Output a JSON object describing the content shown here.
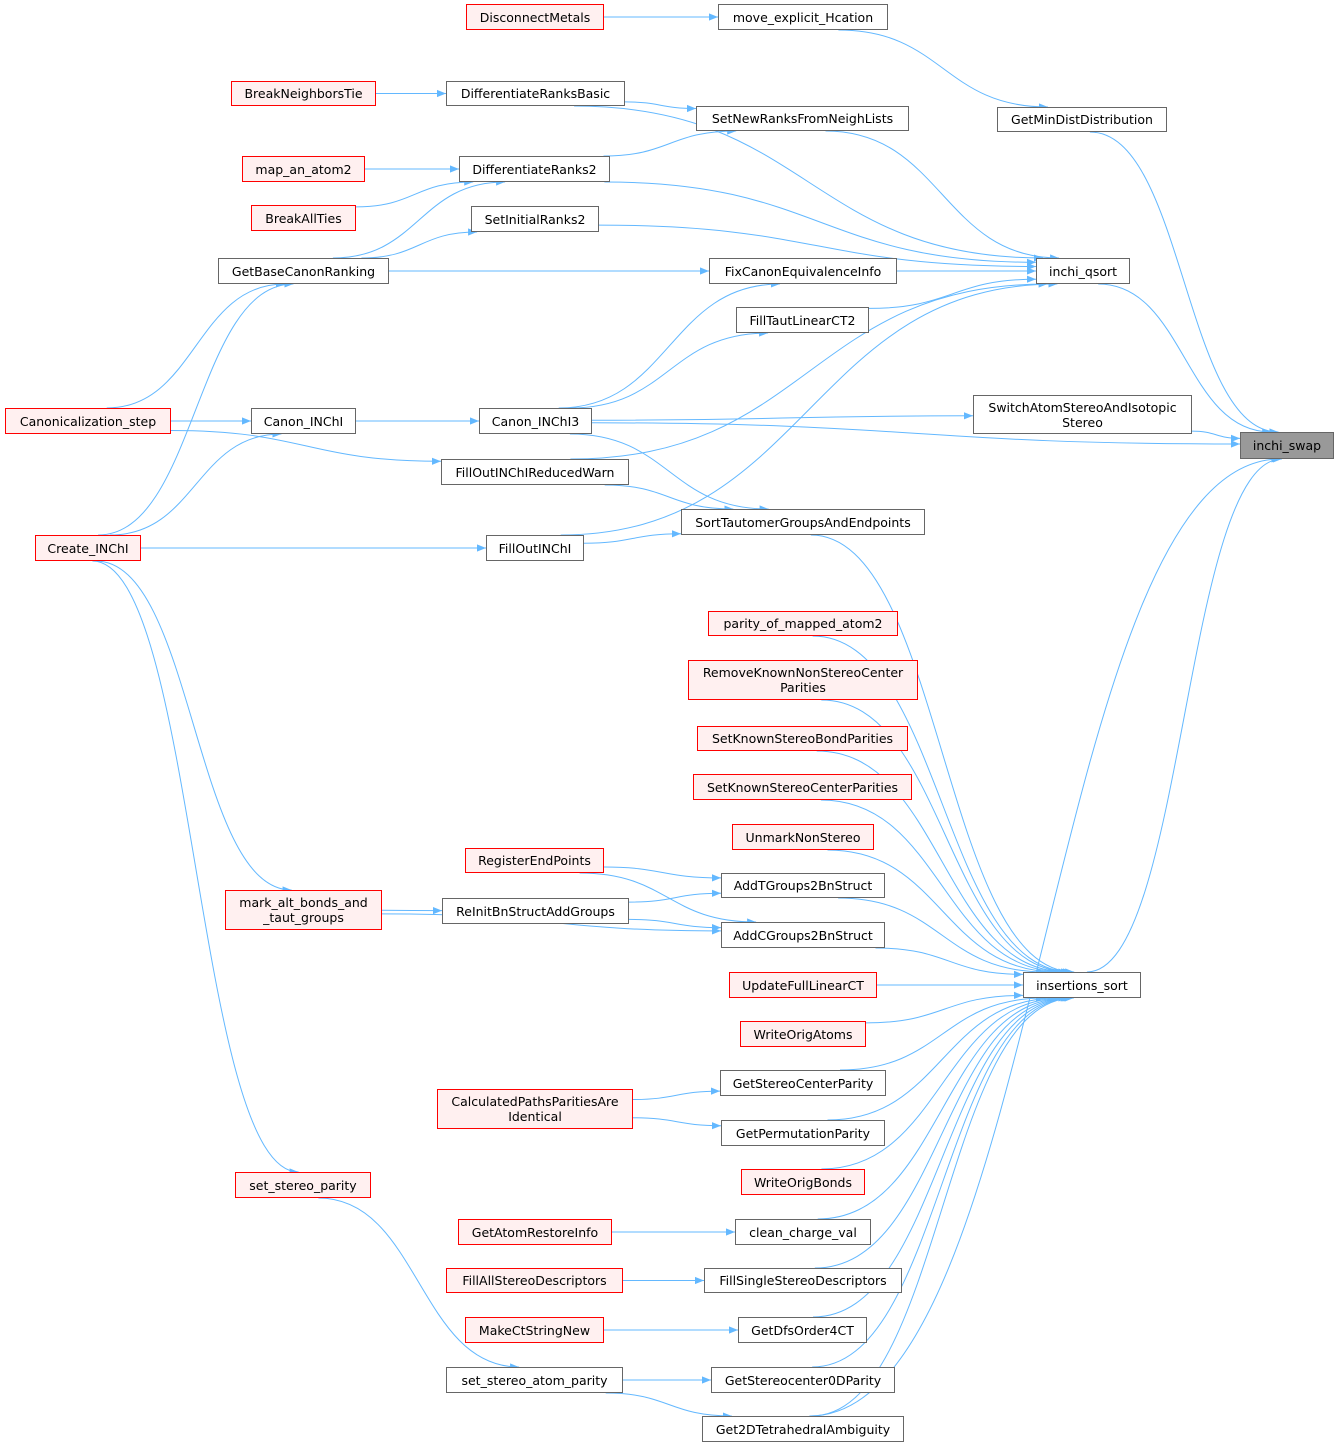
{
  "root": "inchi_swap",
  "nodes": {
    "inchi_swap": {
      "label": "inchi_swap",
      "style": "root"
    },
    "inchi_qsort": {
      "label": "inchi_qsort",
      "style": "normal"
    },
    "GetMinDistDistribution": {
      "label": "GetMinDistDistribution",
      "style": "normal"
    },
    "move_explicit_Hcation": {
      "label": "move_explicit_Hcation",
      "style": "normal"
    },
    "DisconnectMetals": {
      "label": "DisconnectMetals",
      "style": "truncated"
    },
    "SwitchAtomStereoAndIsotopicStereo": {
      "label": "SwitchAtomStereoAndIsotopic\nStereo",
      "style": "normal"
    },
    "insertions_sort": {
      "label": "insertions_sort",
      "style": "normal"
    },
    "DifferentiateRanksBasic": {
      "label": "DifferentiateRanksBasic",
      "style": "normal"
    },
    "BreakNeighborsTie": {
      "label": "BreakNeighborsTie",
      "style": "truncated"
    },
    "SetNewRanksFromNeighLists": {
      "label": "SetNewRanksFromNeighLists",
      "style": "normal"
    },
    "DifferentiateRanks2": {
      "label": "DifferentiateRanks2",
      "style": "normal"
    },
    "map_an_atom2": {
      "label": "map_an_atom2",
      "style": "truncated"
    },
    "BreakAllTies": {
      "label": "BreakAllTies",
      "style": "truncated"
    },
    "SetInitialRanks2": {
      "label": "SetInitialRanks2",
      "style": "normal"
    },
    "GetBaseCanonRanking": {
      "label": "GetBaseCanonRanking",
      "style": "normal"
    },
    "FixCanonEquivalenceInfo": {
      "label": "FixCanonEquivalenceInfo",
      "style": "normal"
    },
    "FillTautLinearCT2": {
      "label": "FillTautLinearCT2",
      "style": "normal"
    },
    "Canonicalization_step": {
      "label": "Canonicalization_step",
      "style": "truncated"
    },
    "Canon_INChI": {
      "label": "Canon_INChI",
      "style": "normal"
    },
    "Canon_INChI3": {
      "label": "Canon_INChI3",
      "style": "normal"
    },
    "FillOutINChIReducedWarn": {
      "label": "FillOutINChIReducedWarn",
      "style": "normal"
    },
    "SortTautomerGroupsAndEndpoints": {
      "label": "SortTautomerGroupsAndEndpoints",
      "style": "normal"
    },
    "Create_INChI": {
      "label": "Create_INChI",
      "style": "truncated"
    },
    "FillOutINChI": {
      "label": "FillOutINChI",
      "style": "normal"
    },
    "parity_of_mapped_atom2": {
      "label": "parity_of_mapped_atom2",
      "style": "truncated"
    },
    "RemoveKnownNonStereoCenterParities": {
      "label": "RemoveKnownNonStereoCenter\nParities",
      "style": "truncated"
    },
    "SetKnownStereoBondParities": {
      "label": "SetKnownStereoBondParities",
      "style": "truncated"
    },
    "SetKnownStereoCenterParities": {
      "label": "SetKnownStereoCenterParities",
      "style": "truncated"
    },
    "UnmarkNonStereo": {
      "label": "UnmarkNonStereo",
      "style": "truncated"
    },
    "RegisterEndPoints": {
      "label": "RegisterEndPoints",
      "style": "truncated"
    },
    "AddTGroups2BnStruct": {
      "label": "AddTGroups2BnStruct",
      "style": "normal"
    },
    "mark_alt_bonds_and_taut_groups": {
      "label": "mark_alt_bonds_and\n_taut_groups",
      "style": "truncated"
    },
    "ReInitBnStructAddGroups": {
      "label": "ReInitBnStructAddGroups",
      "style": "normal"
    },
    "AddCGroups2BnStruct": {
      "label": "AddCGroups2BnStruct",
      "style": "normal"
    },
    "UpdateFullLinearCT": {
      "label": "UpdateFullLinearCT",
      "style": "truncated"
    },
    "WriteOrigAtoms": {
      "label": "WriteOrigAtoms",
      "style": "truncated"
    },
    "GetStereoCenterParity": {
      "label": "GetStereoCenterParity",
      "style": "normal"
    },
    "CalculatedPathsParitiesAreIdentical": {
      "label": "CalculatedPathsParitiesAre\nIdentical",
      "style": "truncated"
    },
    "GetPermutationParity": {
      "label": "GetPermutationParity",
      "style": "normal"
    },
    "WriteOrigBonds": {
      "label": "WriteOrigBonds",
      "style": "truncated"
    },
    "set_stereo_parity": {
      "label": "set_stereo_parity",
      "style": "truncated"
    },
    "GetAtomRestoreInfo": {
      "label": "GetAtomRestoreInfo",
      "style": "truncated"
    },
    "clean_charge_val": {
      "label": "clean_charge_val",
      "style": "normal"
    },
    "FillAllStereoDescriptors": {
      "label": "FillAllStereoDescriptors",
      "style": "truncated"
    },
    "FillSingleStereoDescriptors": {
      "label": "FillSingleStereoDescriptors",
      "style": "normal"
    },
    "MakeCtStringNew": {
      "label": "MakeCtStringNew",
      "style": "truncated"
    },
    "GetDfsOrder4CT": {
      "label": "GetDfsOrder4CT",
      "style": "normal"
    },
    "set_stereo_atom_parity": {
      "label": "set_stereo_atom_parity",
      "style": "normal"
    },
    "GetStereocenter0DParity": {
      "label": "GetStereocenter0DParity",
      "style": "normal"
    },
    "Get2DTetrahedralAmbiguity": {
      "label": "Get2DTetrahedralAmbiguity",
      "style": "normal"
    }
  },
  "edges": [
    [
      "inchi_qsort",
      "inchi_swap"
    ],
    [
      "GetMinDistDistribution",
      "inchi_swap"
    ],
    [
      "SwitchAtomStereoAndIsotopicStereo",
      "inchi_swap"
    ],
    [
      "Canon_INChI3",
      "inchi_swap"
    ],
    [
      "insertions_sort",
      "inchi_swap"
    ],
    [
      "Get2DTetrahedralAmbiguity",
      "inchi_swap"
    ],
    [
      "move_explicit_Hcation",
      "GetMinDistDistribution"
    ],
    [
      "DisconnectMetals",
      "move_explicit_Hcation"
    ],
    [
      "DifferentiateRanksBasic",
      "inchi_qsort"
    ],
    [
      "SetNewRanksFromNeighLists",
      "inchi_qsort"
    ],
    [
      "DifferentiateRanks2",
      "inchi_qsort"
    ],
    [
      "SetInitialRanks2",
      "inchi_qsort"
    ],
    [
      "FixCanonEquivalenceInfo",
      "inchi_qsort"
    ],
    [
      "FillTautLinearCT2",
      "inchi_qsort"
    ],
    [
      "FillOutINChIReducedWarn",
      "inchi_qsort"
    ],
    [
      "FillOutINChI",
      "inchi_qsort"
    ],
    [
      "BreakNeighborsTie",
      "DifferentiateRanksBasic"
    ],
    [
      "DifferentiateRanksBasic",
      "SetNewRanksFromNeighLists"
    ],
    [
      "DifferentiateRanks2",
      "SetNewRanksFromNeighLists"
    ],
    [
      "map_an_atom2",
      "DifferentiateRanks2"
    ],
    [
      "BreakAllTies",
      "DifferentiateRanks2"
    ],
    [
      "GetBaseCanonRanking",
      "DifferentiateRanks2"
    ],
    [
      "GetBaseCanonRanking",
      "SetInitialRanks2"
    ],
    [
      "GetBaseCanonRanking",
      "FixCanonEquivalenceInfo"
    ],
    [
      "Canon_INChI3",
      "FixCanonEquivalenceInfo"
    ],
    [
      "Canon_INChI3",
      "FillTautLinearCT2"
    ],
    [
      "Canon_INChI3",
      "SwitchAtomStereoAndIsotopicStereo"
    ],
    [
      "Canon_INChI",
      "Canon_INChI3"
    ],
    [
      "Canonicalization_step",
      "Canon_INChI"
    ],
    [
      "Create_INChI",
      "Canon_INChI"
    ],
    [
      "Canonicalization_step",
      "GetBaseCanonRanking"
    ],
    [
      "Create_INChI",
      "GetBaseCanonRanking"
    ],
    [
      "Canonicalization_step",
      "FillOutINChIReducedWarn"
    ],
    [
      "Canon_INChI3",
      "SortTautomerGroupsAndEndpoints"
    ],
    [
      "FillOutINChIReducedWarn",
      "SortTautomerGroupsAndEndpoints"
    ],
    [
      "FillOutINChI",
      "SortTautomerGroupsAndEndpoints"
    ],
    [
      "Create_INChI",
      "FillOutINChI"
    ],
    [
      "SortTautomerGroupsAndEndpoints",
      "insertions_sort"
    ],
    [
      "parity_of_mapped_atom2",
      "insertions_sort"
    ],
    [
      "RemoveKnownNonStereoCenterParities",
      "insertions_sort"
    ],
    [
      "SetKnownStereoBondParities",
      "insertions_sort"
    ],
    [
      "SetKnownStereoCenterParities",
      "insertions_sort"
    ],
    [
      "UnmarkNonStereo",
      "insertions_sort"
    ],
    [
      "AddTGroups2BnStruct",
      "insertions_sort"
    ],
    [
      "AddCGroups2BnStruct",
      "insertions_sort"
    ],
    [
      "UpdateFullLinearCT",
      "insertions_sort"
    ],
    [
      "WriteOrigAtoms",
      "insertions_sort"
    ],
    [
      "GetStereoCenterParity",
      "insertions_sort"
    ],
    [
      "GetPermutationParity",
      "insertions_sort"
    ],
    [
      "WriteOrigBonds",
      "insertions_sort"
    ],
    [
      "clean_charge_val",
      "insertions_sort"
    ],
    [
      "FillSingleStereoDescriptors",
      "insertions_sort"
    ],
    [
      "GetDfsOrder4CT",
      "insertions_sort"
    ],
    [
      "GetStereocenter0DParity",
      "insertions_sort"
    ],
    [
      "Get2DTetrahedralAmbiguity",
      "insertions_sort"
    ],
    [
      "RegisterEndPoints",
      "AddTGroups2BnStruct"
    ],
    [
      "RegisterEndPoints",
      "AddCGroups2BnStruct"
    ],
    [
      "ReInitBnStructAddGroups",
      "AddTGroups2BnStruct"
    ],
    [
      "ReInitBnStructAddGroups",
      "AddCGroups2BnStruct"
    ],
    [
      "mark_alt_bonds_and_taut_groups",
      "ReInitBnStructAddGroups"
    ],
    [
      "mark_alt_bonds_and_taut_groups",
      "AddCGroups2BnStruct"
    ],
    [
      "Create_INChI",
      "mark_alt_bonds_and_taut_groups"
    ],
    [
      "CalculatedPathsParitiesAreIdentical",
      "GetStereoCenterParity"
    ],
    [
      "CalculatedPathsParitiesAreIdentical",
      "GetPermutationParity"
    ],
    [
      "GetAtomRestoreInfo",
      "clean_charge_val"
    ],
    [
      "FillAllStereoDescriptors",
      "FillSingleStereoDescriptors"
    ],
    [
      "MakeCtStringNew",
      "GetDfsOrder4CT"
    ],
    [
      "set_stereo_atom_parity",
      "GetStereocenter0DParity"
    ],
    [
      "set_stereo_atom_parity",
      "Get2DTetrahedralAmbiguity"
    ],
    [
      "set_stereo_parity",
      "set_stereo_atom_parity"
    ],
    [
      "Create_INChI",
      "set_stereo_parity"
    ]
  ],
  "colors": {
    "edge": "#63b8ff",
    "border": "#666666",
    "truncated_border": "#ff0000",
    "truncated_fill": "#fff0f0",
    "root_fill": "#999999"
  }
}
